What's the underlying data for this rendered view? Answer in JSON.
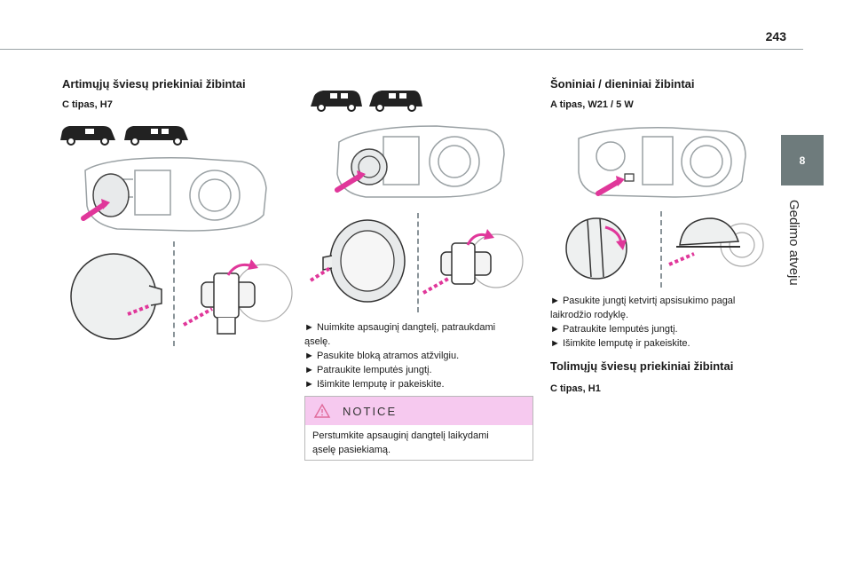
{
  "page_number": "243",
  "chapter": {
    "number": "8",
    "title": "Gedimo atveju"
  },
  "left_column": {
    "heading": "Artimųjų šviesų priekiniai žibintai",
    "subheading": "C tipas, H7"
  },
  "middle_column": {
    "steps": [
      "► Nuimkite apsauginį dangtelį, patraukdami",
      "ąselę.",
      "► Pasukite bloką atramos atžvilgiu.",
      "► Patraukite lemputės jungtį.",
      "► Išimkite lemputę ir pakeiskite."
    ],
    "notice": {
      "label": "NOTICE",
      "text_line1": "Perstumkite apsauginį dangtelį laikydami",
      "text_line2": "ąselę pasiekiamą."
    }
  },
  "right_column": {
    "heading": "Šoniniai / dieniniai žibintai",
    "subheading": "A tipas, W21 / 5 W",
    "steps": [
      "► Pasukite jungtį ketvirtį apsisukimo pagal",
      "laikrodžio rodyklę.",
      "► Patraukite lemputės jungtį.",
      "► Išimkite lemputę ir pakeiskite."
    ],
    "heading2": "Tolimųjų šviesų priekiniai žibintai",
    "subheading2": "C tipas, H1"
  },
  "colors": {
    "accent_arrow": "#e0379a",
    "tab": "#6e7b7c",
    "notice_bg": "#f6c9ef"
  }
}
